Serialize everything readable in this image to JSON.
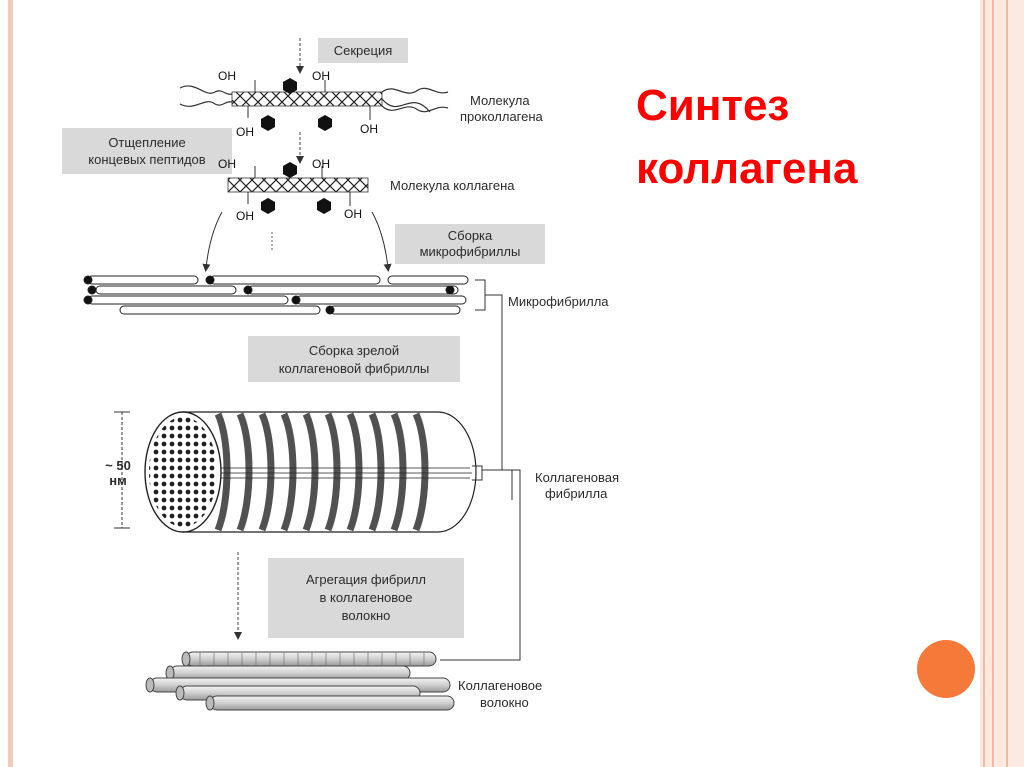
{
  "slide": {
    "title_line1": "Синтез",
    "title_line2": "коллагена",
    "title_color": "#ff0000",
    "accent_dot_color": "#f57a3a",
    "frame_color": "#f4c8ba"
  },
  "diagram": {
    "step_secretion": "Секреция",
    "procollagen_line1": "Молекула",
    "procollagen_line2": "проколлагена",
    "cleavage_line1": "Отщепление",
    "cleavage_line2": "концевых пептидов",
    "collagen_molecule": "Молекула коллагена",
    "microfibril_assembly_line1": "Сборка",
    "microfibril_assembly_line2": "микрофибриллы",
    "microfibril": "Микрофибрилла",
    "mature_fibril_line1": "Сборка зрелой",
    "mature_fibril_line2": "коллагеновой фибриллы",
    "size_line1": "~ 50",
    "size_line2": "нм",
    "fibril_line1": "Коллагеновая",
    "fibril_line2": "фибрилла",
    "aggregation_line1": "Агрегация фибрилл",
    "aggregation_line2": "в коллагеновое",
    "aggregation_line3": "волокно",
    "fiber_line1": "Коллагеновое",
    "fiber_line2": "волокно",
    "oh": "OH"
  }
}
